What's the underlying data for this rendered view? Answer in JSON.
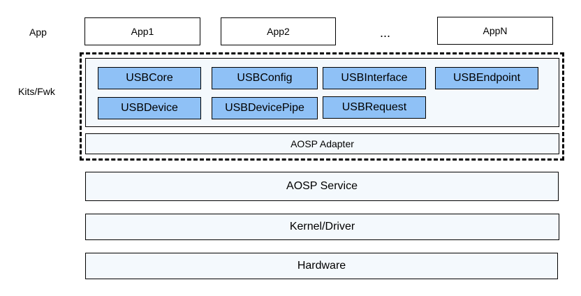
{
  "rows": {
    "app_label": "App",
    "kits_label": "Kits/Fwk"
  },
  "apps": [
    "App1",
    "App2",
    "AppN"
  ],
  "apps_ellipsis": "...",
  "kits": [
    "USBCore",
    "USBConfig",
    "USBInterface",
    "USBEndpoint",
    "USBDevice",
    "USBDevicePipe",
    "USBRequest"
  ],
  "layers": {
    "adapter": "AOSP Adapter",
    "service": "AOSP Service",
    "kernel": "Kernel/Driver",
    "hardware": "Hardware"
  },
  "colors": {
    "kit_fill": "#8fc1f6",
    "layer_fill": "#f4f9fd",
    "border": "#000000"
  }
}
